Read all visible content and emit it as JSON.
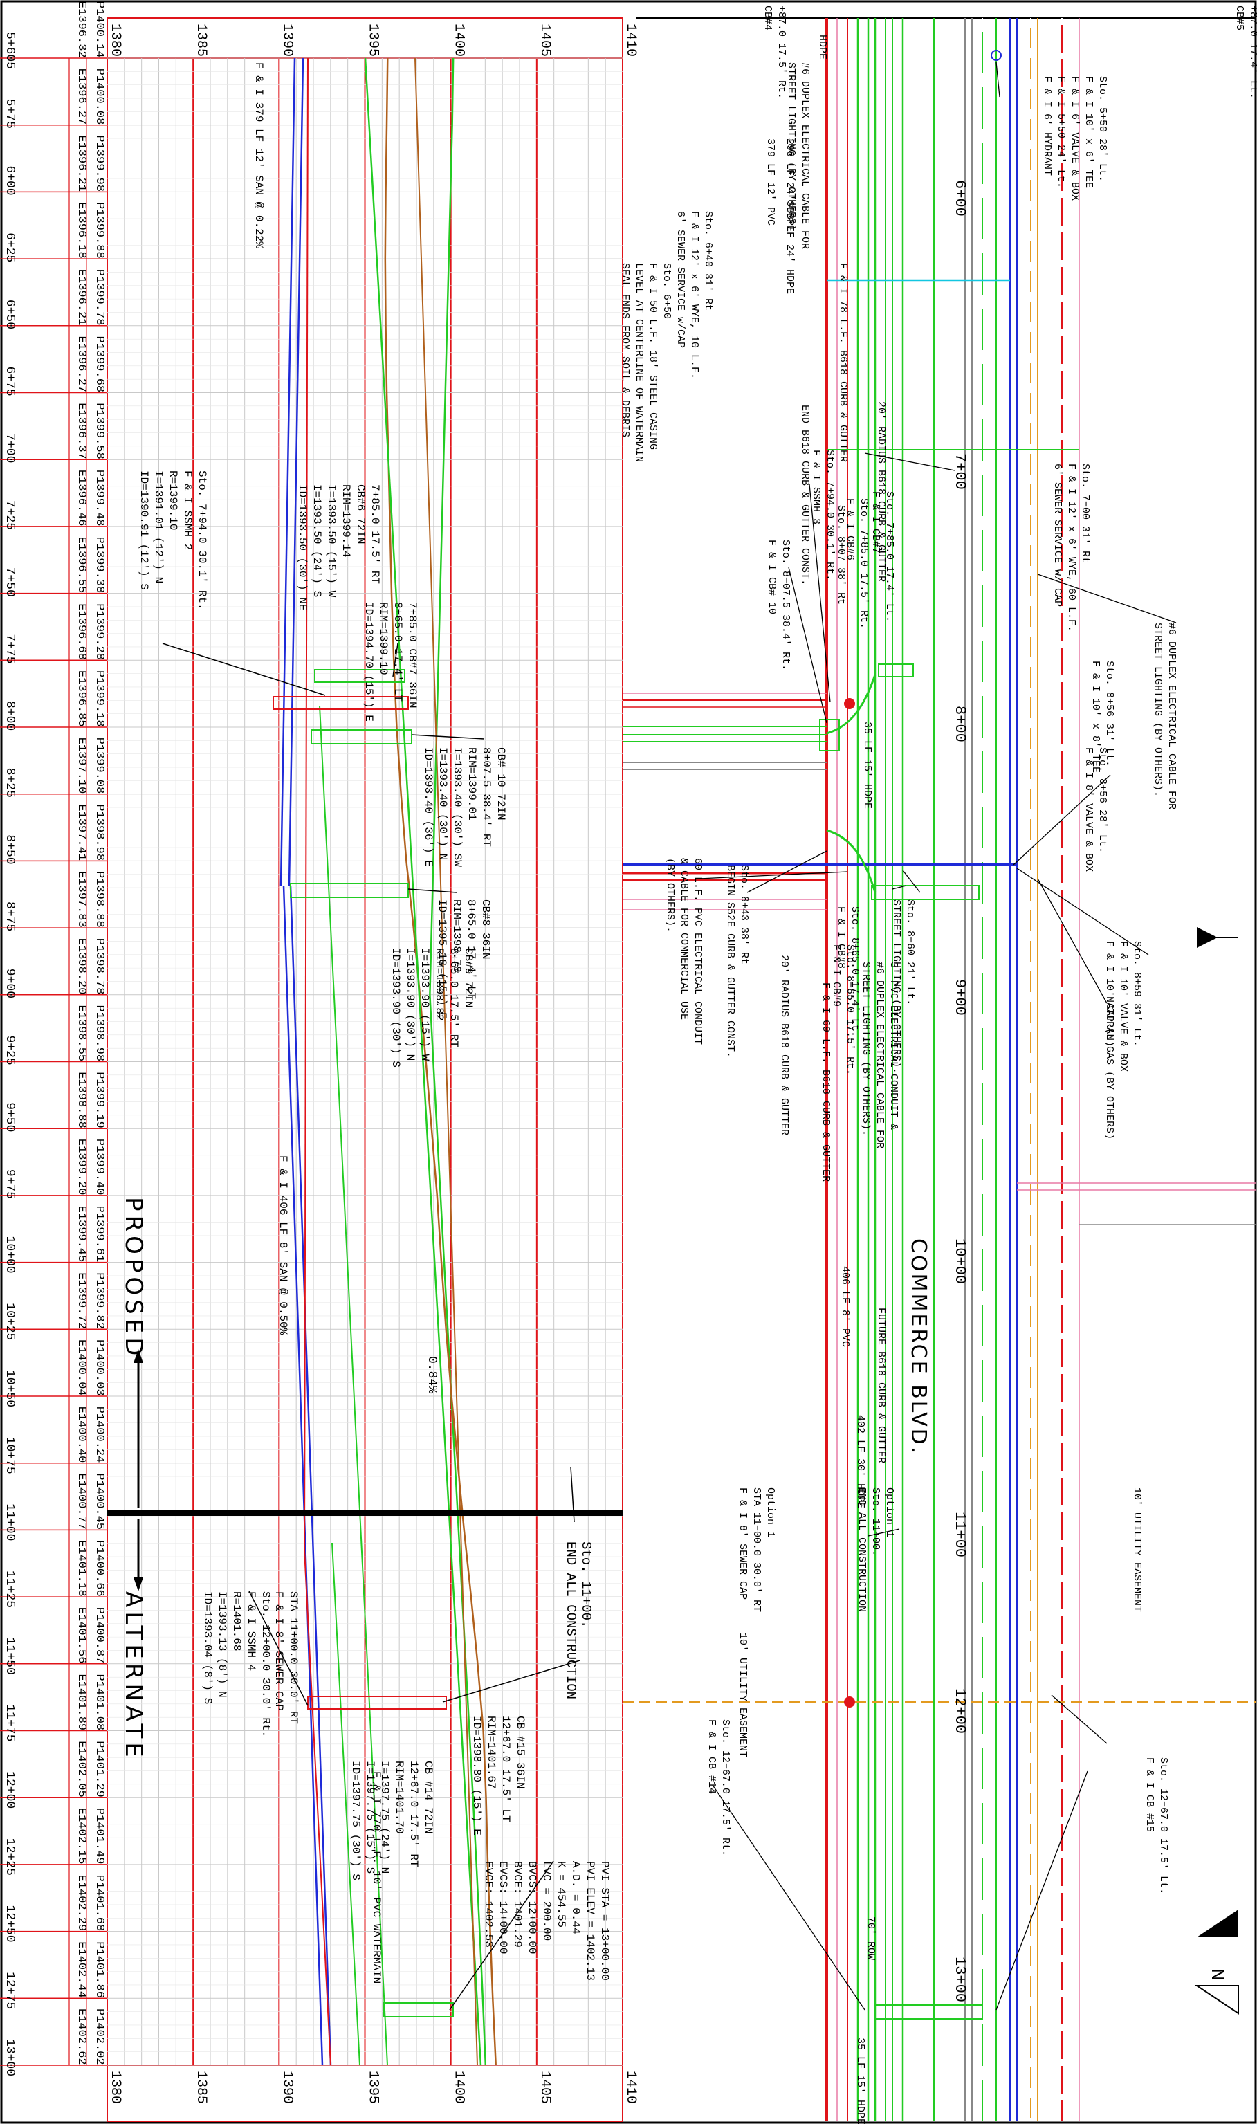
{
  "profile": {
    "elev_ticks_top": [
      "1380",
      "1385",
      "1390",
      "1395",
      "1400",
      "1405",
      "1410"
    ],
    "elev_ticks_bottom": [
      "1380",
      "1385",
      "1390",
      "1395",
      "1400",
      "1405",
      "1410"
    ],
    "stations": [
      "5+605",
      "5+75",
      "6+00",
      "6+25",
      "6+50",
      "6+75",
      "7+00",
      "7+25",
      "7+50",
      "7+75",
      "8+00",
      "8+25",
      "8+50",
      "8+75",
      "9+00",
      "9+25",
      "9+50",
      "9+75",
      "10+00",
      "10+25",
      "10+50",
      "10+75",
      "11+00",
      "11+25",
      "11+50",
      "11+75",
      "12+00",
      "12+25",
      "12+50",
      "12+75",
      "13+00"
    ],
    "existing": [
      "E1396.32",
      "E1396.27",
      "E1396.21",
      "E1396.18",
      "E1396.21",
      "E1396.27",
      "E1396.37",
      "E1396.46",
      "E1396.55",
      "E1396.68",
      "E1396.85",
      "E1397.10",
      "E1397.41",
      "E1397.83",
      "E1398.20",
      "E1398.55",
      "E1398.88",
      "E1399.20",
      "E1399.45",
      "E1399.72",
      "E1400.04",
      "E1400.40",
      "E1400.77",
      "E1401.18",
      "E1401.56",
      "E1401.89",
      "E1402.05",
      "E1402.15",
      "E1402.29",
      "E1402.44",
      "E1402.62"
    ],
    "proposed": [
      "P1400.14",
      "P1400.08",
      "P1399.98",
      "P1399.88",
      "P1399.78",
      "P1399.68",
      "P1399.58",
      "P1399.48",
      "P1399.38",
      "P1399.28",
      "P1399.18",
      "P1399.08",
      "P1398.98",
      "P1398.88",
      "P1398.78",
      "P1398.98",
      "P1399.19",
      "P1399.40",
      "P1399.61",
      "P1399.82",
      "P1400.03",
      "P1400.24",
      "P1400.45",
      "P1400.66",
      "P1400.87",
      "P1401.08",
      "P1401.29",
      "P1401.49",
      "P1401.68",
      "P1401.86",
      "P1402.02"
    ],
    "label_proposed": "PROPOSED",
    "label_alternate": "ALTERNATE",
    "slope_text": "0.84%",
    "pipe_379": "F & I 379 LF 12' SAN @ 0.22%",
    "pipe_406": "F & I 406 LF 8' SAN @ 0.50%",
    "watermain": "F & I 770 L.F. 10' PVC WATERMAIN",
    "end_note": [
      "Sto. 11+00.",
      "END ALL CONSTRUCTION"
    ],
    "notes": [
      [
        "Sto. 7+94.0 30.1' Rt.",
        "F & I SSMH 2",
        "R=1399.10",
        "I=1391.01 (12') N",
        "ID=1390.91 (12') S"
      ],
      [
        "7+85.0 CB#7 36IN",
        "8+65.0 17.4' LT",
        "RIM=1399.10",
        "ID=1394.70 (15') E"
      ],
      [
        "7+85.0 17.5' RT",
        "CB#6 72IN",
        "RIM=1399.14",
        "I=1393.50 (15') W",
        "I=1393.50 (24') S",
        "ID=1393.50 (30') NE"
      ],
      [
        "CB# 10 72IN",
        "8+07.5 38.4' RT",
        "RIM=1399.01",
        "I=1393.40 (30') SW",
        "I=1393.40 (30') N",
        "ID=1393.40 (36') E"
      ],
      [
        "CB#8 36IN",
        "8+65.0 17.4' LT",
        "RIM=1398.78",
        "ID=1395.18 (15') E"
      ],
      [
        "CB#9 72IN",
        "8+65.0 17.5' RT",
        "RIM=1398.82",
        "I=1393.90 (15') W",
        "I=1393.90 (30') N",
        "ID=1393.90 (30') S"
      ],
      [
        "Sto. 12+00.0 30.0' Rt.",
        "F & I SSMH 4",
        "R=1401.68",
        "I=1393.13 (8') N",
        "ID=1393.04 (8') S"
      ],
      [
        "STA 11+00.0 30.0' RT",
        "F & I 8' SEWER CAP"
      ],
      [
        "CB #15 36IN",
        "12+67.0 17.5' LT",
        "RIM=1401.67",
        "ID=1398.80 (15') E"
      ],
      [
        "CB #14 72IN",
        "12+67.0 17.5' RT",
        "RIM=1401.70",
        "I=1397.75 (24') N",
        "I=1397.75 (15') S",
        "ID=1397.75 (30') S"
      ],
      [
        "PVI STA = 13+00.00",
        "PVI ELEV = 1402.13",
        "A.D. = 0.44",
        "K = 454.55",
        "LVC = 200.00",
        "BVCS: 12+00.00",
        "BVCE: 1401.29",
        "EVCS: 14+00.00",
        "EVCE: 1402.53"
      ]
    ]
  },
  "plan": {
    "street_name": "COMMERCE BLVD.",
    "stations": [
      "6+00",
      "7+00",
      "8+00",
      "9+00",
      "10+00",
      "11+00",
      "12+00",
      "13+00"
    ],
    "right_labels": [
      [
        "+87.0 17.4' Lt.",
        "CB#5"
      ],
      [
        "Sto. 5+50 28' Lt.",
        "F & I 10' x 6' TEE",
        "F & I 6' VALVE & BOX",
        "F & I 5+50 24' Lt.",
        "F & I 6' HYDRANT"
      ],
      [
        "Sto. 7+00 31' Rt",
        "F & I 12' x 6' WYE, 60 L.F.",
        "6' SEWER SERVICE w/ CAP"
      ],
      [
        "#6 DUPLEX ELECTRICAL CABLE FOR",
        "STREET LIGHTING (BY OTHERS)."
      ],
      [
        "Sto. 8+56 31' Lt.",
        "F & I 10' x 8' TEE"
      ],
      [
        "Sto. 8+56 28' Lt.",
        "F & I 8' VALVE & BOX"
      ],
      [
        "Sto. 8+59 31' Lt.",
        "F & I 10' VALVE & BOX",
        "F & I 10' CAP (N)"
      ],
      [
        "NATURAL GAS (BY OTHERS)"
      ],
      [
        "10' UTILITY EASEMENT"
      ],
      [
        "Sto. 12+67.0 17.5' Lt.",
        "F & I CB #15"
      ]
    ],
    "left_labels": [
      [
        "+87.0 17.5' Rt.",
        "CB#4"
      ],
      [
        "HDPE"
      ],
      [
        "#6 DUPLEX ELECTRICAL CABLE FOR",
        "STREET LIGHTING (BY OTHERS)"
      ],
      [
        "298 LF 24'SBBPEF 24' HDPE"
      ],
      [
        "379 LF 12' PVC"
      ],
      [
        "F & I 78 L.F. B618 CURB & GUTTER"
      ],
      [
        "Sto. 6+40 31' Rt",
        "F & I 12' x 6' WYE, 10 L.F.",
        "6' SEWER SERVICE w/CAP"
      ],
      [
        "Sto. 6+50",
        "F & I 50 L.F. 18' STEEL CASING",
        "LEVEL AT CENTERLINE OF WATERMAIN",
        "SEAL ENDS FROM SOIL & DEBRIS"
      ],
      [
        "20' RADIUS B618 CURB & GUTTER"
      ],
      [
        "END B618 CURB & GUTTER CONST."
      ],
      [
        "Sto. 7+94.0 30.1' Rt.",
        "F & I SSMH 3"
      ],
      [
        "Sto. 8+07 38' Rt"
      ],
      [
        "Sto. 8+07.5 38.4' Rt.",
        "F & I CB# 10"
      ],
      [
        "Sto. 7+85.0 17.5' Rt.",
        "F & I CB#6"
      ],
      [
        "Sto. 7+85.0 17.4' Lt.",
        "F & I CB#7"
      ],
      [
        "35 LF 15' HDPE"
      ],
      [
        "60 L.F. PVC ELECTRICAL CONDUIT",
        "& CABLE FOR COMMERCIAL USE",
        "(BY OTHERS)."
      ],
      [
        "Sto. 8+43 38' Rt",
        "BEGIN S52E CURB & GUTTER CONST."
      ],
      [
        "20' RADIUS B618 CURB & GUTTER"
      ],
      [
        "Sto. 8+65.0 17.5' Rt.",
        "F & I CB#9"
      ],
      [
        "F & I 69 L.F. B618 CURB & GUTTER"
      ],
      [
        "Sto. 8+65.0 17.4' Lt.",
        "F & I CB#8"
      ],
      [
        "3' PVC ELECTRICAL CONDUIT &",
        "#6 DUPLEX ELECTRICAL CABLE FOR",
        "STREET LIGHTING (BY OTHERS)."
      ],
      [
        "Sto. 8+60 21' Lt.",
        "STREET LIGHTING (BY OTHERS)."
      ],
      [
        "FUTURE B618 CURB & GUTTER"
      ],
      [
        "406 LF 8' PVC"
      ],
      [
        "402 LF 30' HDPE"
      ],
      [
        "Option 1",
        "Sto. 11+00.",
        "END ALL CONSTRUCTION"
      ],
      [
        "Option 1",
        "STA 11+00.0 30.0' RT",
        "F & I 8' SEWER CAP"
      ],
      [
        "10' UTILITY EASEMENT"
      ],
      [
        "Sto. 12+67.0 17.5' Rt.",
        "F & I CB #14"
      ],
      [
        "70' ROW"
      ],
      [
        "35 LF 15' HDPE"
      ]
    ],
    "north_letter": "N"
  },
  "colors": {
    "red": "#e0141a",
    "green": "#22cc22",
    "blue": "#1e2ad8",
    "brown": "#b0601c",
    "pink": "#e97aa5",
    "orange": "#e39a1f",
    "cyan": "#12c6e0",
    "grid": "#c9c9c9"
  }
}
